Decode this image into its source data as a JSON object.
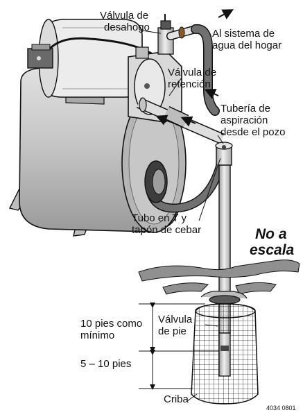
{
  "labels": {
    "relief_valve": [
      "Válvula de",
      "desahogo"
    ],
    "household_system": [
      "Al sistema de",
      "agua del hogar"
    ],
    "check_valve": [
      "Válvula de",
      "retención"
    ],
    "suction_pipe": [
      "Tubería de",
      "aspiración",
      "desde el pozo"
    ],
    "tee_plug": [
      "Tubo en T y",
      "tapón de cebar"
    ],
    "not_to_scale": [
      "No a",
      "escala"
    ],
    "min_depth": [
      "10 pies como",
      "mínimo"
    ],
    "foot_valve": [
      "Válvula",
      "de pie"
    ],
    "depth_range": "5 – 10 pies",
    "screen": "Criba",
    "figure_code": "4034 0801"
  },
  "colors": {
    "tank": "#c9c9c9",
    "tank_shadow": "#9a9a9a",
    "pipe": "#d4d4d4",
    "hose": "#6b6b6b",
    "outline": "#111111"
  },
  "icons": [
    "pressure-switch-icon",
    "arrow-icon",
    "screen-mesh-icon"
  ]
}
